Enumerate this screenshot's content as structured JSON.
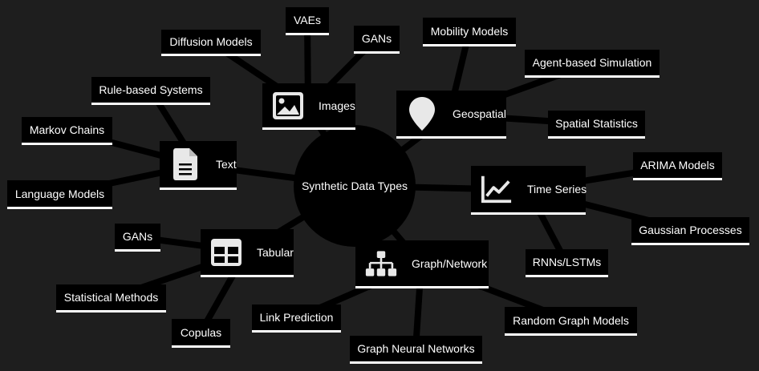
{
  "diagram": {
    "center": "Synthetic Data Types",
    "categories": [
      {
        "label": "Images",
        "icon": "image-icon",
        "children": [
          "Diffusion Models",
          "VAEs",
          "GANs"
        ]
      },
      {
        "label": "Geospatial",
        "icon": "map-pin-icon",
        "children": [
          "Mobility Models",
          "Agent-based Simulation",
          "Spatial Statistics"
        ]
      },
      {
        "label": "Time Series",
        "icon": "line-chart-icon",
        "children": [
          "ARIMA Models",
          "Gaussian Processes",
          "RNNs/LSTMs"
        ]
      },
      {
        "label": "Graph/Network",
        "icon": "network-icon",
        "children": [
          "Random Graph Models",
          "Graph Neural Networks",
          "Link Prediction"
        ]
      },
      {
        "label": "Tabular",
        "icon": "table-icon",
        "children": [
          "GANs",
          "Statistical Methods",
          "Copulas"
        ]
      },
      {
        "label": "Text",
        "icon": "document-icon",
        "children": [
          "Rule-based Systems",
          "Markov Chains",
          "Language Models"
        ]
      }
    ]
  },
  "colors": {
    "background": "#1e1e1e",
    "node": "#000000",
    "edge": "#000000",
    "text": "#ffffff",
    "icon": "#e8e8e8"
  }
}
